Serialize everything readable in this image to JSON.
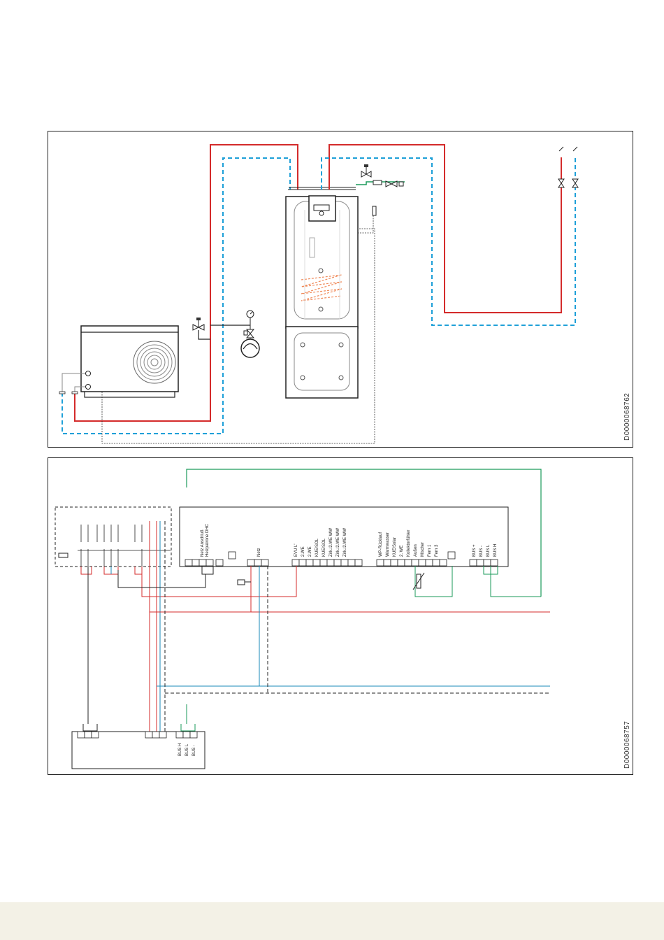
{
  "diagrams": {
    "hydraulic": {
      "doc_id": "D0000068762"
    },
    "electrical": {
      "doc_id": "D0000068757",
      "main_terminal_labels": [
        "Netz Anschluß",
        "Heizpatrone DHC",
        "Netz",
        "EVU L'",
        "2.WE",
        "2.WE",
        "KUE/SOL",
        "KUE/SOL",
        "Zirk./2.WE WW",
        "Zirk./2.WE WW",
        "Zirk./2.WE WW",
        "WP-Rücklauf",
        "Warmwasser",
        "KUE/Solar",
        "2. WE",
        "Kollektorfühler",
        "Außen",
        "Mischer",
        "Fern 1",
        "Fern 3",
        "BUS +",
        "BUS -",
        "BUS L",
        "BUS H"
      ],
      "heatpump_terminal_labels": [
        "BUS H",
        "BUS L",
        "BUS -"
      ]
    }
  },
  "colors": {
    "flow_red": "#d42b2b",
    "return_blue": "#1fa0d8",
    "bus_green": "#1a9a5a",
    "neutral_blue": "#1a8ab8",
    "line_dark": "#222222",
    "coil_orange": "#f08a5a",
    "footer_band": "#f3f1e6"
  }
}
